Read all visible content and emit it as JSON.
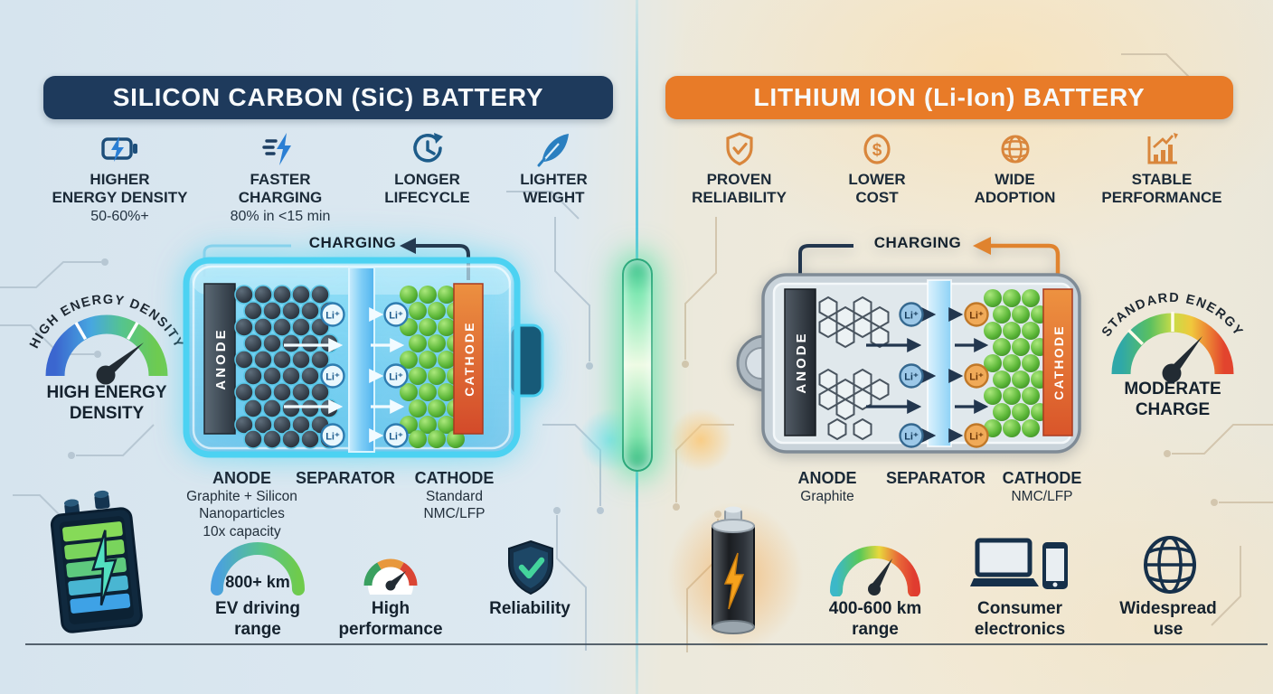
{
  "colors": {
    "navy_header": "#1e3a5c",
    "orange_header": "#e87b28",
    "cyan_glow": "#4cd2f2",
    "divider_green": "#3fd89f"
  },
  "icons": {
    "dollar": "$"
  },
  "left": {
    "title": "SILICON CARBON (SiC) BATTERY",
    "features": [
      {
        "icon": "battery-bolt-icon",
        "label": "HIGHER\nENERGY DENSITY",
        "sub": "50-60%+"
      },
      {
        "icon": "fast-charge-bolt-icon",
        "label": "FASTER\nCHARGING",
        "sub": "80% in <15 min"
      },
      {
        "icon": "clock-cycle-icon",
        "label": "LONGER\nLIFECYCLE"
      },
      {
        "icon": "feather-icon",
        "label": "LIGHTER\nWEIGHT"
      }
    ],
    "gauge": {
      "arc_text": "HIGH ENERGY DENSITY",
      "caption": "HIGH ENERGY\nDENSITY"
    },
    "battery": {
      "charging": "CHARGING",
      "anode_bar": "ANODE",
      "cathode_bar": "CATHODE",
      "ion": "Li⁺"
    },
    "parts": {
      "anode_title": "ANODE",
      "anode_sub": "Graphite + Silicon\nNanoparticles\n10x capacity",
      "separator_title": "SEPARATOR",
      "cathode_title": "CATHODE",
      "cathode_sub": "Standard\nNMC/LFP"
    },
    "bottom": {
      "range_value": "800+ km",
      "range_caption": "EV driving\nrange",
      "performance_caption": "High\nperformance",
      "reliability_caption": "Reliability"
    }
  },
  "right": {
    "title": "LITHIUM ION (Li-Ion) BATTERY",
    "features": [
      {
        "icon": "shield-check-icon",
        "label": "PROVEN\nRELIABILITY"
      },
      {
        "icon": "dollar-circle-icon",
        "label": "LOWER\nCOST"
      },
      {
        "icon": "globe-icon",
        "label": "WIDE\nADOPTION"
      },
      {
        "icon": "chart-up-icon",
        "label": "STABLE\nPERFORMANCE"
      }
    ],
    "gauge": {
      "arc_text": "STANDARD ENERGY",
      "caption": "MODERATE\nCHARGE"
    },
    "battery": {
      "charging": "CHARGING",
      "anode_bar": "ANODE",
      "cathode_bar": "CATHODE",
      "ion": "Li⁺"
    },
    "parts": {
      "anode_title": "ANODE",
      "anode_sub": "Graphite",
      "separator_title": "SEPARATOR",
      "cathode_title": "CATHODE",
      "cathode_sub": "NMC/LFP"
    },
    "bottom": {
      "range_caption": "400-600 km\nrange",
      "electronics_caption": "Consumer\nelectronics",
      "widespread_caption": "Widespread\nuse"
    }
  }
}
